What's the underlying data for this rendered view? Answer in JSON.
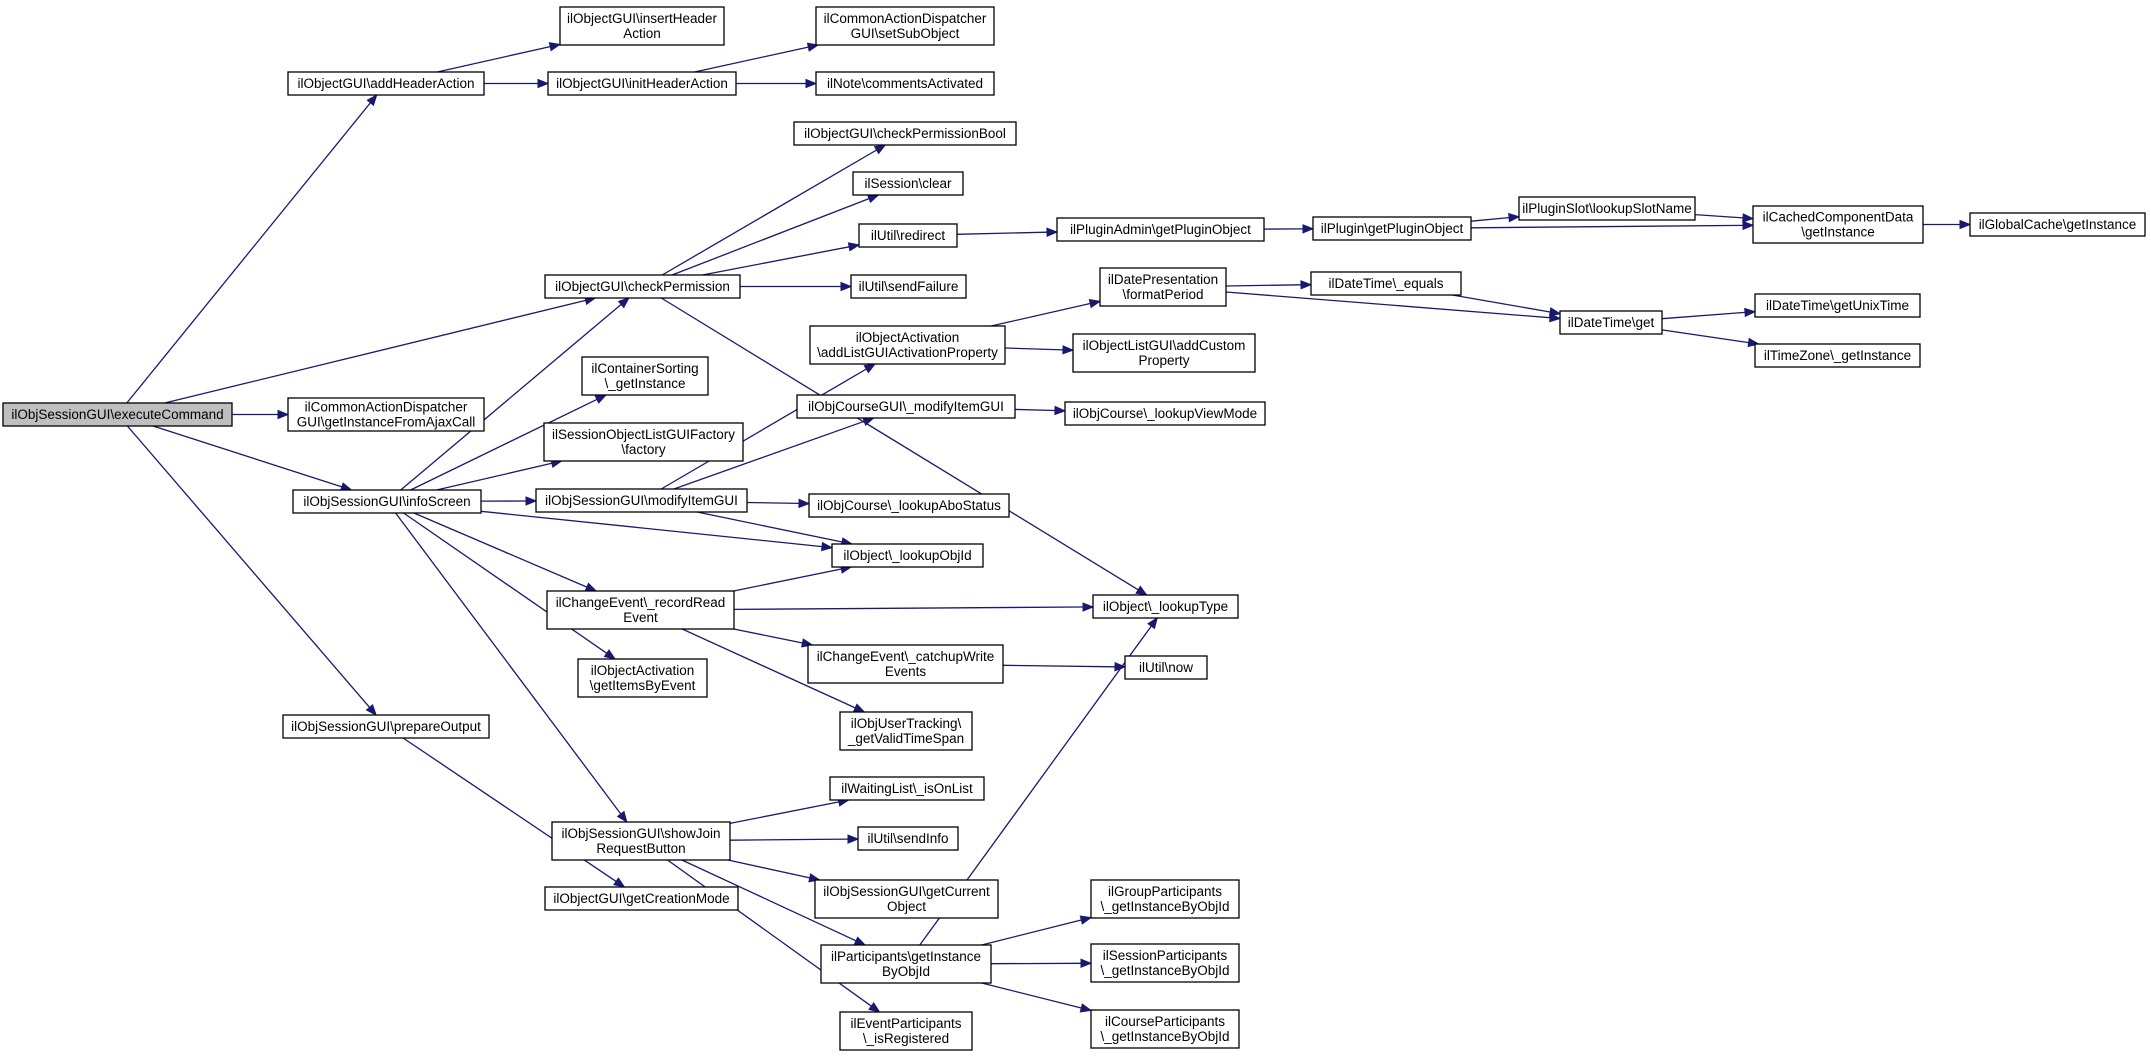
{
  "graph": {
    "type": "call-graph",
    "colors": {
      "edge": "#191970",
      "root_fill": "#bfbfbf",
      "node_fill": "#ffffff",
      "border": "#000000"
    },
    "nodes": [
      {
        "id": "execute",
        "lines": [
          "ilObjSessionGUI\\executeCommand"
        ],
        "root": true
      },
      {
        "id": "addHeader",
        "lines": [
          "ilObjectGUI\\addHeaderAction"
        ]
      },
      {
        "id": "insertHeader",
        "lines": [
          "ilObjectGUI\\insertHeader",
          "Action"
        ]
      },
      {
        "id": "initHeader",
        "lines": [
          "ilObjectGUI\\initHeaderAction"
        ]
      },
      {
        "id": "setSub",
        "lines": [
          "ilCommonActionDispatcher",
          "GUI\\setSubObject"
        ]
      },
      {
        "id": "notes",
        "lines": [
          "ilNote\\commentsActivated"
        ]
      },
      {
        "id": "checkPermBool",
        "lines": [
          "ilObjectGUI\\checkPermissionBool"
        ]
      },
      {
        "id": "sessClear",
        "lines": [
          "ilSession\\clear"
        ]
      },
      {
        "id": "redirect",
        "lines": [
          "ilUtil\\redirect"
        ]
      },
      {
        "id": "pluginAdmin",
        "lines": [
          "ilPluginAdmin\\getPluginObject"
        ]
      },
      {
        "id": "pluginGet",
        "lines": [
          "ilPlugin\\getPluginObject"
        ]
      },
      {
        "id": "slotName",
        "lines": [
          "ilPluginSlot\\lookupSlotName"
        ]
      },
      {
        "id": "cached",
        "lines": [
          "ilCachedComponentData",
          "\\getInstance"
        ]
      },
      {
        "id": "globalCache",
        "lines": [
          "ilGlobalCache\\getInstance"
        ]
      },
      {
        "id": "checkPerm",
        "lines": [
          "ilObjectGUI\\checkPermission"
        ]
      },
      {
        "id": "sendFailure",
        "lines": [
          "ilUtil\\sendFailure"
        ]
      },
      {
        "id": "datePres",
        "lines": [
          "ilDatePresentation",
          "\\formatPeriod"
        ]
      },
      {
        "id": "dtEquals",
        "lines": [
          "ilDateTime\\_equals"
        ]
      },
      {
        "id": "dtGet",
        "lines": [
          "ilDateTime\\get"
        ]
      },
      {
        "id": "unixTime",
        "lines": [
          "ilDateTime\\getUnixTime"
        ]
      },
      {
        "id": "timeZone",
        "lines": [
          "ilTimeZone\\_getInstance"
        ]
      },
      {
        "id": "objActAdd",
        "lines": [
          "ilObjectActivation",
          "\\addListGUIActivationProperty"
        ]
      },
      {
        "id": "listAddCustom",
        "lines": [
          "ilObjectListGUI\\addCustom",
          "Property"
        ]
      },
      {
        "id": "ajaxCall",
        "lines": [
          "ilCommonActionDispatcher",
          "GUI\\getInstanceFromAjaxCall"
        ]
      },
      {
        "id": "contSort",
        "lines": [
          "ilContainerSorting",
          "\\_getInstance"
        ]
      },
      {
        "id": "courseModify",
        "lines": [
          "ilObjCourseGUI\\_modifyItemGUI"
        ]
      },
      {
        "id": "viewMode",
        "lines": [
          "ilObjCourse\\_lookupViewMode"
        ]
      },
      {
        "id": "listFactory",
        "lines": [
          "ilSessionObjectListGUIFactory",
          "\\factory"
        ]
      },
      {
        "id": "infoScreen",
        "lines": [
          "ilObjSessionGUI\\infoScreen"
        ]
      },
      {
        "id": "modifyItem",
        "lines": [
          "ilObjSessionGUI\\modifyItemGUI"
        ]
      },
      {
        "id": "aboStatus",
        "lines": [
          "ilObjCourse\\_lookupAboStatus"
        ]
      },
      {
        "id": "lookupObjId",
        "lines": [
          "ilObject\\_lookupObjId"
        ]
      },
      {
        "id": "recordRead",
        "lines": [
          "ilChangeEvent\\_recordRead",
          "Event"
        ]
      },
      {
        "id": "lookupType",
        "lines": [
          "ilObject\\_lookupType"
        ]
      },
      {
        "id": "catchup",
        "lines": [
          "ilChangeEvent\\_catchupWrite",
          "Events"
        ]
      },
      {
        "id": "now",
        "lines": [
          "ilUtil\\now"
        ]
      },
      {
        "id": "itemsByEvent",
        "lines": [
          "ilObjectActivation",
          "\\getItemsByEvent"
        ]
      },
      {
        "id": "validSpan",
        "lines": [
          "ilObjUserTracking\\",
          "_getValidTimeSpan"
        ]
      },
      {
        "id": "prepare",
        "lines": [
          "ilObjSessionGUI\\prepareOutput"
        ]
      },
      {
        "id": "waitList",
        "lines": [
          "ilWaitingList\\_isOnList"
        ]
      },
      {
        "id": "showJoin",
        "lines": [
          "ilObjSessionGUI\\showJoin",
          "RequestButton"
        ]
      },
      {
        "id": "sendInfo",
        "lines": [
          "ilUtil\\sendInfo"
        ]
      },
      {
        "id": "creationMode",
        "lines": [
          "ilObjectGUI\\getCreationMode"
        ]
      },
      {
        "id": "currentObj",
        "lines": [
          "ilObjSessionGUI\\getCurrent",
          "Object"
        ]
      },
      {
        "id": "groupPart",
        "lines": [
          "ilGroupParticipants",
          "\\_getInstanceByObjId"
        ]
      },
      {
        "id": "partInst",
        "lines": [
          "ilParticipants\\getInstance",
          "ByObjId"
        ]
      },
      {
        "id": "sessPart",
        "lines": [
          "ilSessionParticipants",
          "\\_getInstanceByObjId"
        ]
      },
      {
        "id": "eventPart",
        "lines": [
          "ilEventParticipants",
          "\\_isRegistered"
        ]
      },
      {
        "id": "coursePart",
        "lines": [
          "ilCourseParticipants",
          "\\_getInstanceByObjId"
        ]
      }
    ],
    "edges": [
      [
        "execute",
        "addHeader"
      ],
      [
        "execute",
        "checkPerm"
      ],
      [
        "execute",
        "ajaxCall"
      ],
      [
        "execute",
        "infoScreen"
      ],
      [
        "execute",
        "prepare"
      ],
      [
        "addHeader",
        "insertHeader"
      ],
      [
        "addHeader",
        "initHeader"
      ],
      [
        "initHeader",
        "setSub"
      ],
      [
        "initHeader",
        "notes"
      ],
      [
        "checkPerm",
        "checkPermBool"
      ],
      [
        "checkPerm",
        "sessClear"
      ],
      [
        "checkPerm",
        "redirect"
      ],
      [
        "checkPerm",
        "sendFailure"
      ],
      [
        "checkPerm",
        "lookupType"
      ],
      [
        "redirect",
        "pluginAdmin"
      ],
      [
        "pluginAdmin",
        "pluginGet"
      ],
      [
        "pluginGet",
        "slotName"
      ],
      [
        "pluginGet",
        "cached"
      ],
      [
        "slotName",
        "cached"
      ],
      [
        "cached",
        "globalCache"
      ],
      [
        "infoScreen",
        "checkPerm"
      ],
      [
        "infoScreen",
        "contSort"
      ],
      [
        "infoScreen",
        "listFactory"
      ],
      [
        "infoScreen",
        "modifyItem"
      ],
      [
        "infoScreen",
        "lookupObjId"
      ],
      [
        "infoScreen",
        "recordRead"
      ],
      [
        "infoScreen",
        "itemsByEvent"
      ],
      [
        "infoScreen",
        "showJoin"
      ],
      [
        "modifyItem",
        "objActAdd"
      ],
      [
        "modifyItem",
        "courseModify"
      ],
      [
        "modifyItem",
        "aboStatus"
      ],
      [
        "modifyItem",
        "lookupObjId"
      ],
      [
        "objActAdd",
        "datePres"
      ],
      [
        "objActAdd",
        "listAddCustom"
      ],
      [
        "courseModify",
        "viewMode"
      ],
      [
        "datePres",
        "dtEquals"
      ],
      [
        "datePres",
        "dtGet"
      ],
      [
        "dtEquals",
        "dtGet"
      ],
      [
        "dtGet",
        "unixTime"
      ],
      [
        "dtGet",
        "timeZone"
      ],
      [
        "recordRead",
        "lookupObjId"
      ],
      [
        "recordRead",
        "lookupType"
      ],
      [
        "recordRead",
        "catchup"
      ],
      [
        "recordRead",
        "validSpan"
      ],
      [
        "catchup",
        "now"
      ],
      [
        "prepare",
        "creationMode"
      ],
      [
        "showJoin",
        "waitList"
      ],
      [
        "showJoin",
        "sendInfo"
      ],
      [
        "showJoin",
        "currentObj"
      ],
      [
        "showJoin",
        "partInst"
      ],
      [
        "showJoin",
        "eventPart"
      ],
      [
        "partInst",
        "groupPart"
      ],
      [
        "partInst",
        "sessPart"
      ],
      [
        "partInst",
        "coursePart"
      ],
      [
        "partInst",
        "lookupType"
      ]
    ]
  }
}
